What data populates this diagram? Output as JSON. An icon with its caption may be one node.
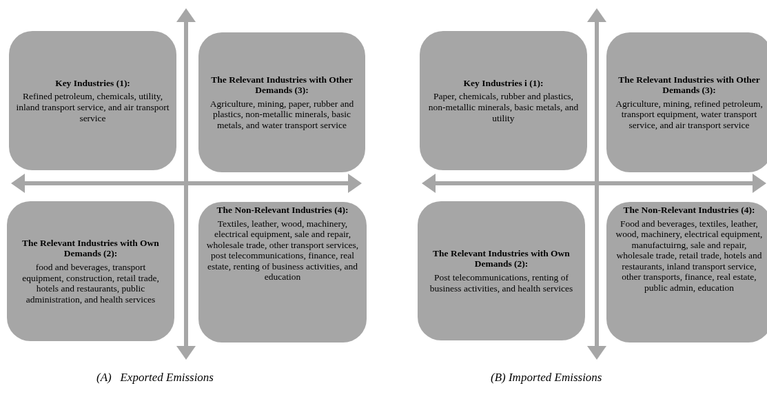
{
  "diagram": {
    "nodes": [
      {
        "text": [
          "Key Industries (1):",
          "Refined petroleum, chemicals, utility, inland transport service, and air transport service"
        ]
      },
      {
        "text": [
          "The Relevant Industries with Other Demands (3):",
          "Agriculture, mining, paper, rubber and plastics, non-metallic minerals, basic metals, and water transport service"
        ]
      },
      {
        "text": [
          "The Relevant Industries with Own Demands (2):",
          "food and beverages, transport equipment, construction, retail trade, hotels and restaurants, public administration, and health services"
        ]
      },
      {
        "text": [
          "The Non-Relevant Industries (4):",
          "Textiles, leather, wood, machinery, electrical equipment, sale and repair, wholesale trade, other transport services, post telecommunications, finance, real estate, renting of business activities, and education"
        ]
      },
      {
        "text": [
          "Key Industries i (1):",
          "Paper, chemicals, rubber and plastics, non-metallic minerals, basic metals, and utility"
        ]
      },
      {
        "text": [
          "The Relevant Industries with Other Demands (3):",
          "Agriculture, mining, refined petroleum, transport equipment, water transport service, and air transport service"
        ]
      },
      {
        "text": [
          "The Relevant Industries with Own Demands (2):",
          "Post telecommunications, renting of business activities, and health services"
        ]
      },
      {
        "text": [
          "The Non-Relevant Industries (4):",
          "Food and beverages, textiles, leather, wood, machinery, electrical equipment, manufactuirng, sale and repair, wholesale trade, retail trade, hotels and restaurants, inland transport service, other transports, finance, real estate, public admin, education"
        ]
      }
    ],
    "edges": [],
    "labels": [
      "(A)   Exported Emissions",
      "(B) Imported Emissions"
    ]
  }
}
